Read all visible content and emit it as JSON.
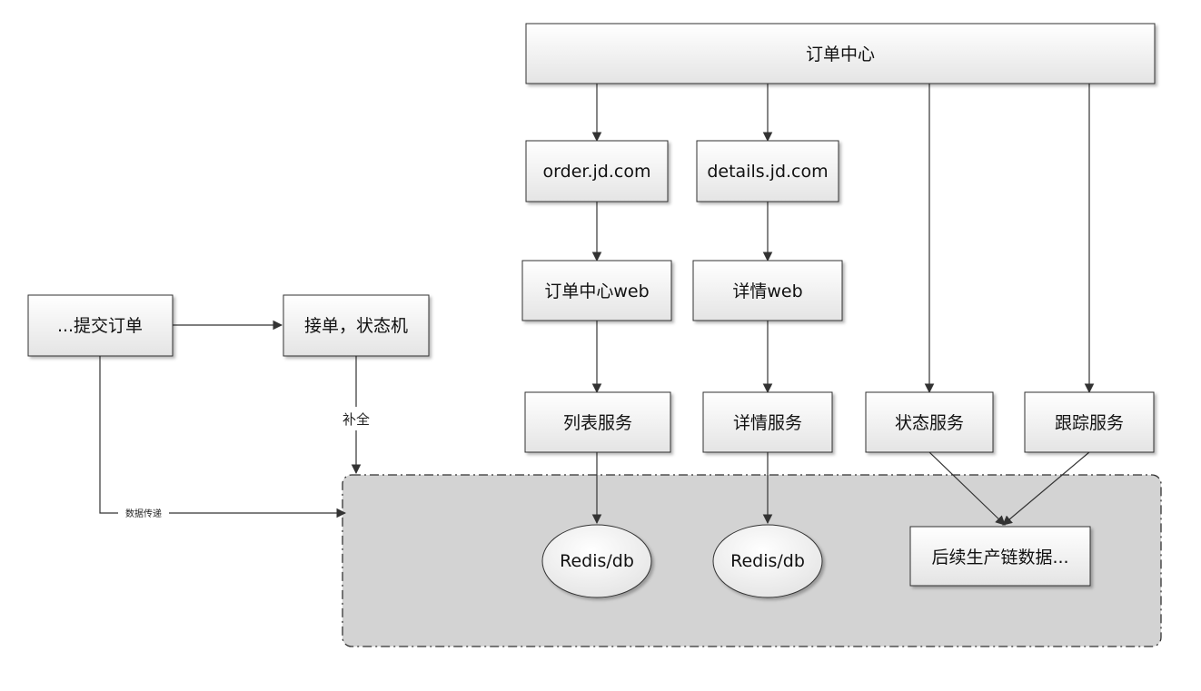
{
  "nodes": {
    "order_center": "订单中心",
    "order_site": "order.jd.com",
    "details_site": "details.jd.com",
    "order_center_web": "订单中心web",
    "details_web": "详情web",
    "list_service": "列表服务",
    "details_service": "详情服务",
    "status_service": "状态服务",
    "tracking_service": "跟踪服务",
    "submit_order": "...提交订单",
    "accept_order": "接单，状态机",
    "redis_db_1": "Redis/db",
    "redis_db_2": "Redis/db",
    "downstream_data": "后续生产链数据..."
  },
  "edge_labels": {
    "complete": "补全",
    "data_transfer": "数据传递"
  }
}
